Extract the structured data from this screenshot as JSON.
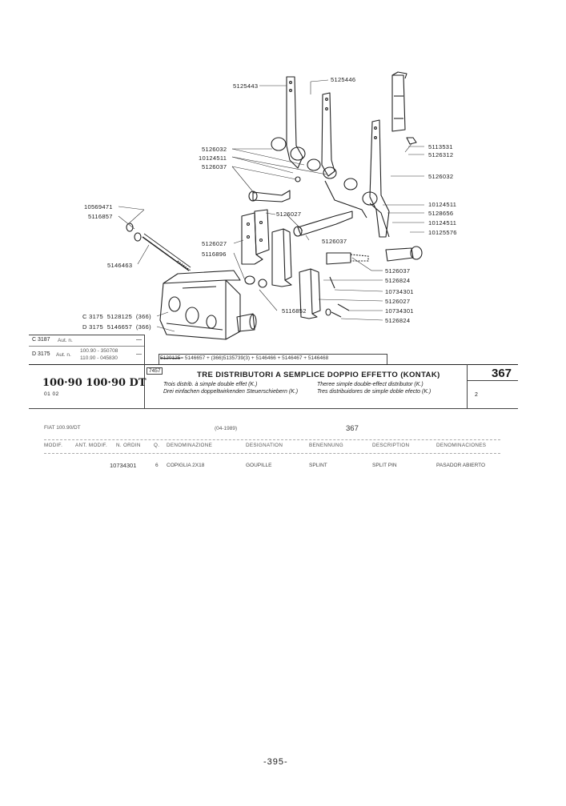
{
  "diagram": {
    "labels_top": [
      "5125443",
      "5125446"
    ],
    "labels_left": [
      "5126032",
      "10124511",
      "5126037",
      "10569471",
      "5116857",
      "5146463",
      "5126027",
      "5126027",
      "5116896"
    ],
    "labels_center": [
      "5126037",
      "5116852"
    ],
    "labels_right": [
      "5113531",
      "5126312",
      "5126032",
      "10124511",
      "5128656",
      "10124511",
      "10125576",
      "5126037",
      "5126824",
      "10734301",
      "5126027",
      "10734301",
      "5126824"
    ],
    "ref_left": [
      {
        "code": "C 3175",
        "part": "5128125",
        "note": "(366)"
      },
      {
        "code": "D 3175",
        "part": "5146657",
        "note": "(366)"
      }
    ]
  },
  "applicability": {
    "row1": {
      "code": "C 3187",
      "aut": "Aut. n.",
      "dash": "—"
    },
    "row2": {
      "code": "D 3175",
      "aut": "Aut. n.",
      "line1": "100.90 - 350708",
      "line2": "110.90 - 045830",
      "dash": "—"
    },
    "notes_line": {
      "strike": "5120125",
      "text": "= 5146657 + (366)5135739(3) + 5146466 + 5146467 + 5146468"
    }
  },
  "header": {
    "models": "100·90 100·90 DT",
    "model_codes": "01 02",
    "table_no": "7457",
    "title": "TRE DISTRIBUTORI A SEMPLICE DOPPIO EFFETTO (KONTAK)",
    "sub_fr": "Trois distrib. à simple double effet (K.)",
    "sub_de": "Drei einfachen doppeltwirkenden Steuerschiebern (K.)",
    "sub_en": "Theree simple double-effect distributor (K.)",
    "sub_es": "Tres distribuidores de simple doble efecto (K.)",
    "page": "367",
    "sheet": "2"
  },
  "parts_list": {
    "model": "FIAT 100.90/DT",
    "date": "(04-1989)",
    "page": "367",
    "headers": [
      "MODIF.",
      "ANT. MODIF.",
      "N. ORDIN",
      "Q.",
      "DENOMINAZIONE",
      "DESIGNATION",
      "BENENNUNG",
      "DESCRIPTION",
      "DENOMINACIONES"
    ],
    "rows": [
      {
        "part_no": "10734301",
        "qty": "6",
        "it": "COPIGLIA 2X18",
        "fr": "GOUPILLE",
        "de": "SPLINT",
        "en": "SPLIT PIN",
        "es": "PASADOR ABIERTO"
      }
    ]
  },
  "footer": {
    "page_label": "-395-"
  }
}
